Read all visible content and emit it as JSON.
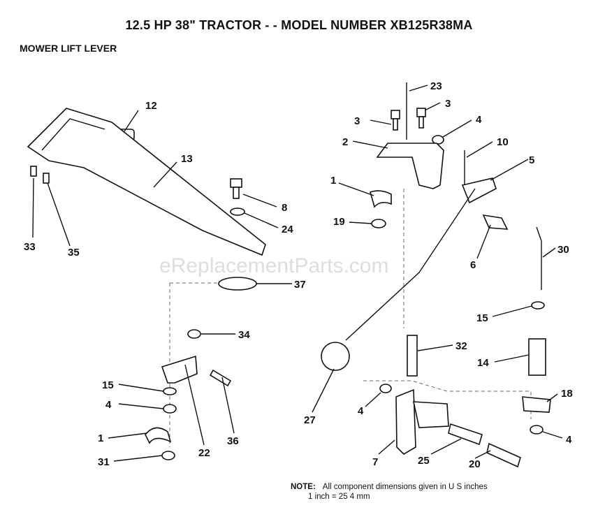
{
  "title": "12.5 HP 38\" TRACTOR - - MODEL NUMBER XB125R38MA",
  "subtitle": "MOWER LIFT LEVER",
  "watermark": "eReplacementParts.com",
  "note": {
    "label": "NOTE:",
    "line1": "All component dimensions given in U S  inches",
    "line2": "1 inch = 25 4 mm"
  },
  "callouts": [
    "23",
    "3",
    "3",
    "4",
    "2",
    "10",
    "5",
    "1",
    "19",
    "6",
    "30",
    "12",
    "13",
    "8",
    "24",
    "33",
    "35",
    "37",
    "34",
    "15",
    "14",
    "32",
    "36",
    "22",
    "15",
    "4",
    "1",
    "31",
    "27",
    "4",
    "7",
    "25",
    "20",
    "18",
    "4"
  ]
}
